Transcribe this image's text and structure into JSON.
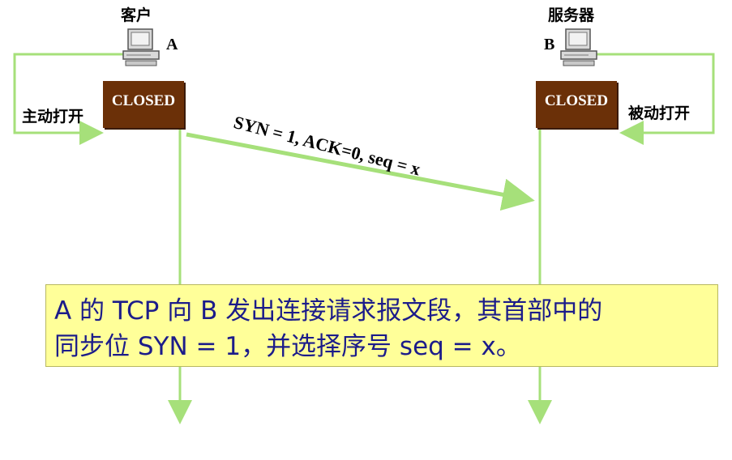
{
  "client": {
    "title": "客户",
    "host_letter": "A",
    "state": "CLOSED",
    "open_label": "主动打开"
  },
  "server": {
    "title": "服务器",
    "host_letter": "B",
    "state": "CLOSED",
    "open_label": "被动打开"
  },
  "segment": {
    "label": "SYN = 1, ACK=0, seq  = x"
  },
  "note": {
    "line1": "A 的 TCP 向 B 发出连接请求报文段，其首部中的",
    "line2": "同步位 SYN = 1，并选择序号 seq = x。"
  },
  "colors": {
    "arrow_green": "#a6e07a",
    "state_box": "#6b3008",
    "note_bg": "#ffff99",
    "note_text": "#1c1c8a"
  }
}
